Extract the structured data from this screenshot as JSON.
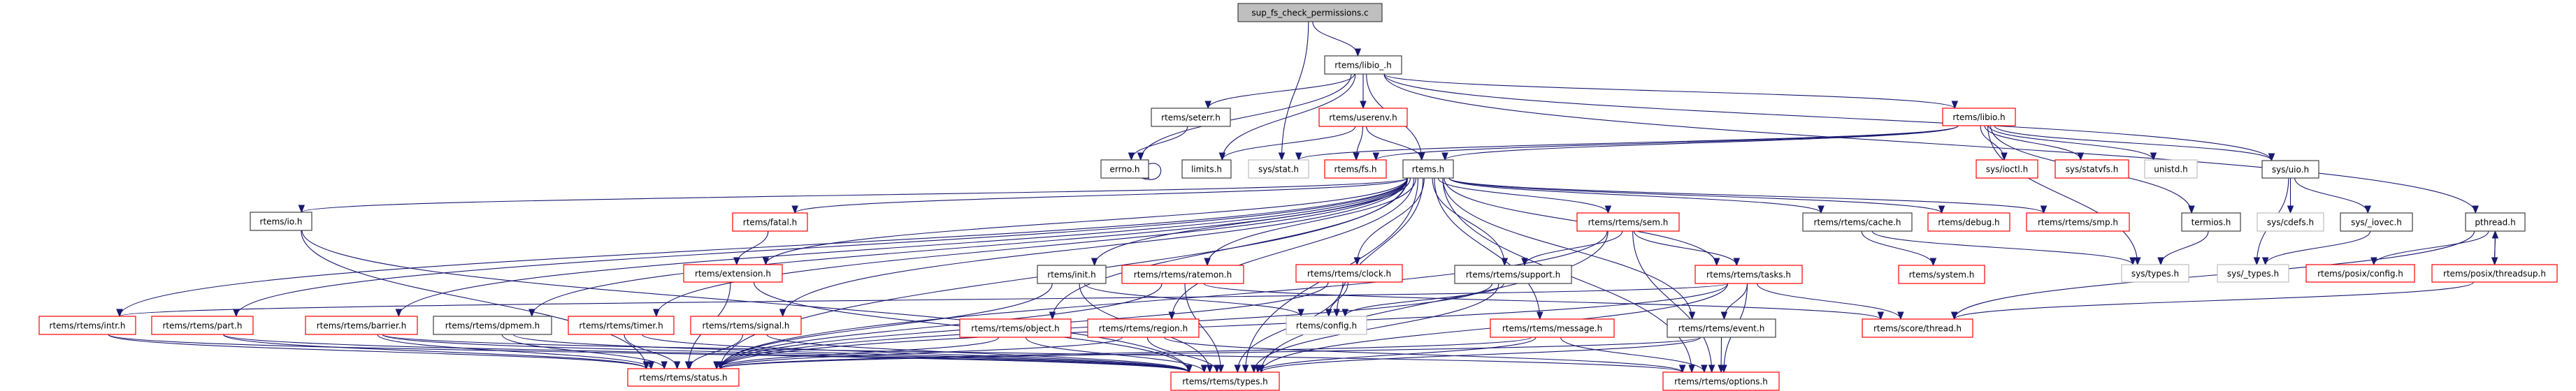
{
  "title": "sup_fs_check_permissions.c",
  "diagram": {
    "type": "include-dependency-graph",
    "colors": {
      "edge": "#191970",
      "root_fill": "#bfbfbf",
      "documented_border": "#404040",
      "undocumented_border": "#ff0000",
      "external_border": "#bfbfbf"
    },
    "nodes": [
      {
        "id": "root",
        "label": "sup_fs_check_permissions.c",
        "kind": "root"
      },
      {
        "id": "libio_",
        "label": "rtems/libio_.h",
        "kind": "documented"
      },
      {
        "id": "seterr",
        "label": "rtems/seterr.h",
        "kind": "documented"
      },
      {
        "id": "userenv",
        "label": "rtems/userenv.h",
        "kind": "undocumented"
      },
      {
        "id": "libio",
        "label": "rtems/libio.h",
        "kind": "undocumented"
      },
      {
        "id": "errno",
        "label": "errno.h",
        "kind": "documented"
      },
      {
        "id": "limits",
        "label": "limits.h",
        "kind": "documented"
      },
      {
        "id": "sysstat",
        "label": "sys/stat.h",
        "kind": "external"
      },
      {
        "id": "fs",
        "label": "rtems/fs.h",
        "kind": "undocumented"
      },
      {
        "id": "rtems",
        "label": "rtems.h",
        "kind": "documented"
      },
      {
        "id": "ioctl",
        "label": "sys/ioctl.h",
        "kind": "undocumented"
      },
      {
        "id": "statvfs",
        "label": "sys/statvfs.h",
        "kind": "undocumented"
      },
      {
        "id": "unistd",
        "label": "unistd.h",
        "kind": "external"
      },
      {
        "id": "uio",
        "label": "sys/uio.h",
        "kind": "documented"
      },
      {
        "id": "io",
        "label": "rtems/io.h",
        "kind": "documented"
      },
      {
        "id": "fatal",
        "label": "rtems/fatal.h",
        "kind": "undocumented"
      },
      {
        "id": "sem",
        "label": "rtems/rtems/sem.h",
        "kind": "undocumented"
      },
      {
        "id": "cache",
        "label": "rtems/rtems/cache.h",
        "kind": "documented"
      },
      {
        "id": "debug",
        "label": "rtems/debug.h",
        "kind": "undocumented"
      },
      {
        "id": "smp",
        "label": "rtems/rtems/smp.h",
        "kind": "undocumented"
      },
      {
        "id": "termios",
        "label": "termios.h",
        "kind": "documented"
      },
      {
        "id": "cdefs",
        "label": "sys/cdefs.h",
        "kind": "external"
      },
      {
        "id": "iovec",
        "label": "sys/_iovec.h",
        "kind": "documented"
      },
      {
        "id": "pthread",
        "label": "pthread.h",
        "kind": "documented"
      },
      {
        "id": "extension",
        "label": "rtems/extension.h",
        "kind": "undocumented"
      },
      {
        "id": "init",
        "label": "rtems/init.h",
        "kind": "documented"
      },
      {
        "id": "ratemon",
        "label": "rtems/rtems/ratemon.h",
        "kind": "undocumented"
      },
      {
        "id": "clock",
        "label": "rtems/rtems/clock.h",
        "kind": "undocumented"
      },
      {
        "id": "support",
        "label": "rtems/rtems/support.h",
        "kind": "documented"
      },
      {
        "id": "tasks",
        "label": "rtems/rtems/tasks.h",
        "kind": "undocumented"
      },
      {
        "id": "system",
        "label": "rtems/system.h",
        "kind": "undocumented"
      },
      {
        "id": "systypes",
        "label": "sys/types.h",
        "kind": "external"
      },
      {
        "id": "sys_types",
        "label": "sys/_types.h",
        "kind": "external"
      },
      {
        "id": "posixconfig",
        "label": "rtems/posix/config.h",
        "kind": "undocumented"
      },
      {
        "id": "threadsup",
        "label": "rtems/posix/threadsup.h",
        "kind": "undocumented"
      },
      {
        "id": "intr",
        "label": "rtems/rtems/intr.h",
        "kind": "undocumented"
      },
      {
        "id": "part",
        "label": "rtems/rtems/part.h",
        "kind": "undocumented"
      },
      {
        "id": "barrier",
        "label": "rtems/rtems/barrier.h",
        "kind": "undocumented"
      },
      {
        "id": "dpmem",
        "label": "rtems/rtems/dpmem.h",
        "kind": "documented"
      },
      {
        "id": "timer",
        "label": "rtems/rtems/timer.h",
        "kind": "undocumented"
      },
      {
        "id": "signal",
        "label": "rtems/rtems/signal.h",
        "kind": "undocumented"
      },
      {
        "id": "object",
        "label": "rtems/rtems/object.h",
        "kind": "undocumented"
      },
      {
        "id": "region",
        "label": "rtems/rtems/region.h",
        "kind": "undocumented"
      },
      {
        "id": "config",
        "label": "rtems/config.h",
        "kind": "external"
      },
      {
        "id": "message",
        "label": "rtems/rtems/message.h",
        "kind": "undocumented"
      },
      {
        "id": "event",
        "label": "rtems/rtems/event.h",
        "kind": "documented"
      },
      {
        "id": "thread",
        "label": "rtems/score/thread.h",
        "kind": "undocumented"
      },
      {
        "id": "status",
        "label": "rtems/rtems/status.h",
        "kind": "undocumented"
      },
      {
        "id": "types",
        "label": "rtems/rtems/types.h",
        "kind": "undocumented"
      },
      {
        "id": "options",
        "label": "rtems/rtems/options.h",
        "kind": "undocumented"
      }
    ],
    "edges": [
      [
        "root",
        "libio_"
      ],
      [
        "root",
        "sysstat"
      ],
      [
        "libio_",
        "errno"
      ],
      [
        "libio_",
        "seterr"
      ],
      [
        "libio_",
        "limits"
      ],
      [
        "libio_",
        "userenv"
      ],
      [
        "libio_",
        "rtems"
      ],
      [
        "libio_",
        "libio"
      ],
      [
        "libio_",
        "uio"
      ],
      [
        "libio_",
        "pthread"
      ],
      [
        "seterr",
        "errno"
      ],
      [
        "errno",
        "errno"
      ],
      [
        "userenv",
        "limits"
      ],
      [
        "userenv",
        "fs"
      ],
      [
        "userenv",
        "rtems"
      ],
      [
        "libio",
        "sysstat"
      ],
      [
        "libio",
        "fs"
      ],
      [
        "libio",
        "rtems"
      ],
      [
        "libio",
        "ioctl"
      ],
      [
        "libio",
        "statvfs"
      ],
      [
        "libio",
        "unistd"
      ],
      [
        "libio",
        "uio"
      ],
      [
        "libio",
        "termios"
      ],
      [
        "libio",
        "systypes"
      ],
      [
        "uio",
        "cdefs"
      ],
      [
        "uio",
        "iovec"
      ],
      [
        "uio",
        "sys_types"
      ],
      [
        "iovec",
        "sys_types"
      ],
      [
        "termios",
        "systypes"
      ],
      [
        "pthread",
        "posixconfig"
      ],
      [
        "pthread",
        "threadsup"
      ],
      [
        "pthread",
        "thread"
      ],
      [
        "threadsup",
        "pthread"
      ],
      [
        "threadsup",
        "thread"
      ],
      [
        "rtems",
        "io"
      ],
      [
        "rtems",
        "fatal"
      ],
      [
        "rtems",
        "extension"
      ],
      [
        "rtems",
        "intr"
      ],
      [
        "rtems",
        "part"
      ],
      [
        "rtems",
        "barrier"
      ],
      [
        "rtems",
        "dpmem"
      ],
      [
        "rtems",
        "timer"
      ],
      [
        "rtems",
        "signal"
      ],
      [
        "rtems",
        "object"
      ],
      [
        "rtems",
        "region"
      ],
      [
        "rtems",
        "init"
      ],
      [
        "rtems",
        "ratemon"
      ],
      [
        "rtems",
        "clock"
      ],
      [
        "rtems",
        "config"
      ],
      [
        "rtems",
        "support"
      ],
      [
        "rtems",
        "sem"
      ],
      [
        "rtems",
        "tasks"
      ],
      [
        "rtems",
        "message"
      ],
      [
        "rtems",
        "event"
      ],
      [
        "rtems",
        "cache"
      ],
      [
        "rtems",
        "debug"
      ],
      [
        "rtems",
        "smp"
      ],
      [
        "rtems",
        "status"
      ],
      [
        "rtems",
        "types"
      ],
      [
        "rtems",
        "options"
      ],
      [
        "io",
        "status"
      ],
      [
        "io",
        "types"
      ],
      [
        "fatal",
        "extension"
      ],
      [
        "extension",
        "status"
      ],
      [
        "extension",
        "types"
      ],
      [
        "intr",
        "status"
      ],
      [
        "intr",
        "types"
      ],
      [
        "part",
        "status"
      ],
      [
        "part",
        "types"
      ],
      [
        "barrier",
        "status"
      ],
      [
        "barrier",
        "types"
      ],
      [
        "barrier",
        "options"
      ],
      [
        "dpmem",
        "status"
      ],
      [
        "dpmem",
        "types"
      ],
      [
        "timer",
        "status"
      ],
      [
        "timer",
        "types"
      ],
      [
        "signal",
        "status"
      ],
      [
        "signal",
        "types"
      ],
      [
        "object",
        "status"
      ],
      [
        "object",
        "types"
      ],
      [
        "region",
        "status"
      ],
      [
        "region",
        "types"
      ],
      [
        "region",
        "options"
      ],
      [
        "init",
        "status"
      ],
      [
        "init",
        "types"
      ],
      [
        "init",
        "config"
      ],
      [
        "ratemon",
        "status"
      ],
      [
        "ratemon",
        "types"
      ],
      [
        "ratemon",
        "thread"
      ],
      [
        "clock",
        "config"
      ],
      [
        "clock",
        "status"
      ],
      [
        "clock",
        "types"
      ],
      [
        "support",
        "config"
      ],
      [
        "support",
        "status"
      ],
      [
        "support",
        "types"
      ],
      [
        "sem",
        "support"
      ],
      [
        "sem",
        "tasks"
      ],
      [
        "sem",
        "status"
      ],
      [
        "sem",
        "types"
      ],
      [
        "sem",
        "options"
      ],
      [
        "tasks",
        "event"
      ],
      [
        "tasks",
        "thread"
      ],
      [
        "tasks",
        "options"
      ],
      [
        "tasks",
        "status"
      ],
      [
        "tasks",
        "types"
      ],
      [
        "tasks",
        "intr"
      ],
      [
        "message",
        "status"
      ],
      [
        "message",
        "types"
      ],
      [
        "message",
        "options"
      ],
      [
        "event",
        "options"
      ],
      [
        "event",
        "status"
      ],
      [
        "event",
        "types"
      ],
      [
        "cache",
        "system"
      ],
      [
        "cache",
        "systypes"
      ]
    ]
  }
}
